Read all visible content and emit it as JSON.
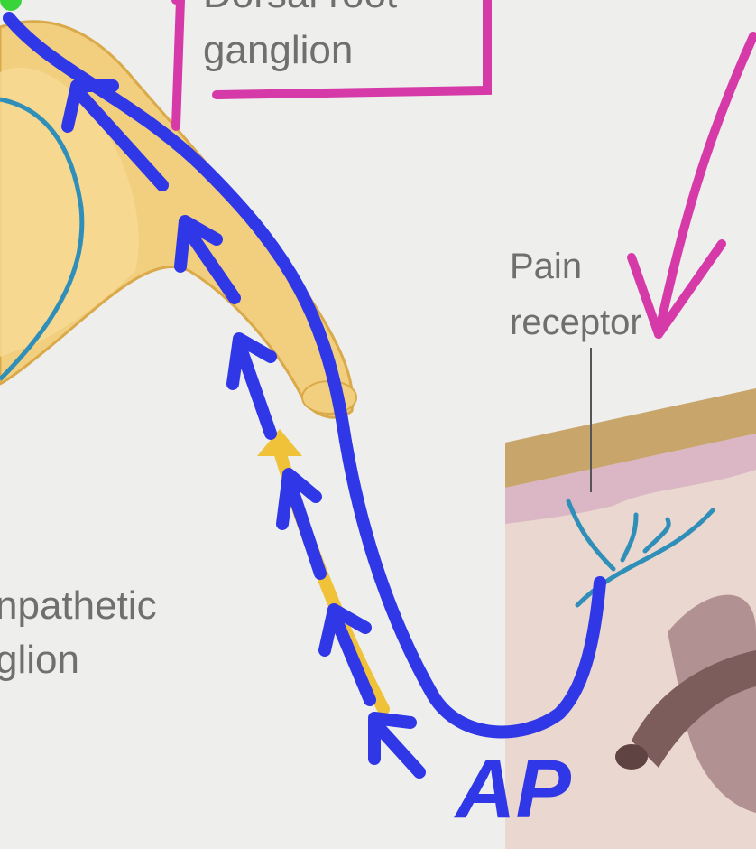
{
  "labels": {
    "dorsal_root_top": "Dorsal root",
    "dorsal_root_bottom": "ganglion",
    "pain_receptor_line1": "Pain",
    "pain_receptor_line2": "receptor",
    "sympathetic_line1": "npathetic",
    "sympathetic_line2": "glion",
    "action_potential": "AP"
  },
  "colors": {
    "background": "#eeeeec",
    "nerve": "#f2cf7e",
    "nerve_edge": "#d9a94a",
    "annotation_blue": "#2f37e6",
    "annotation_magenta": "#d63aa8",
    "neuron_teal": "#2f8fb8",
    "skin_top": "#c8a66b",
    "skin_tissue": "#e9c9c2",
    "gland": "#8c6b6e"
  },
  "icons": {
    "arrow": "arrow-up-icon"
  }
}
